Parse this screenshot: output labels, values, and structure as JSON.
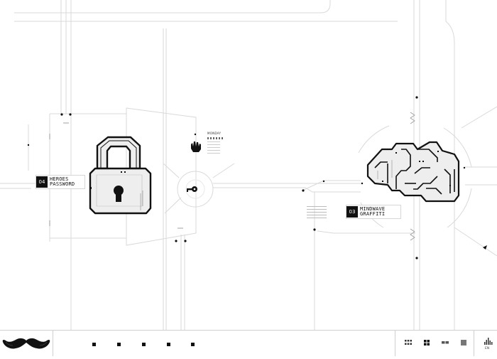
{
  "projects": [
    {
      "number": "04",
      "title": "HEROES\nPASSWORD"
    },
    {
      "number": "03",
      "title": "MINDWAVE\nGRAFFITI"
    }
  ],
  "lock_panel": {
    "day": "MONDAY"
  },
  "footer": {
    "logo": "mustache-logo",
    "nav_items": [
      "page-1",
      "page-2",
      "page-3",
      "page-4",
      "page-5"
    ],
    "view_modes": [
      "grid-small-icon",
      "grid-large-icon",
      "list-icon",
      "single-icon"
    ],
    "language": "EN"
  },
  "colors": {
    "ink": "#111111",
    "line": "#cfcfcf",
    "fill": "#eeeeee"
  }
}
